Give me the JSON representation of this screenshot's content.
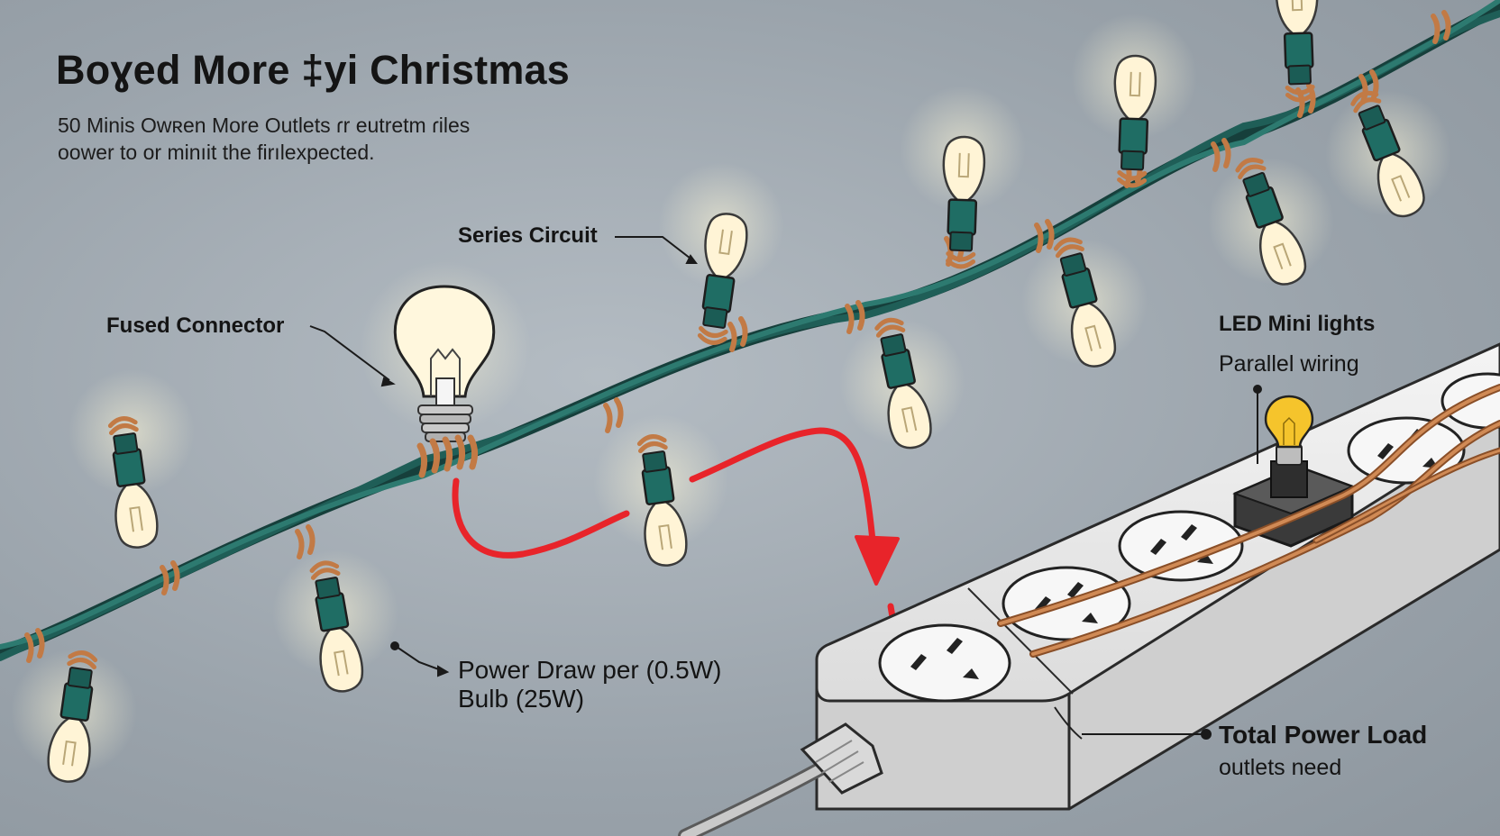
{
  "header": {
    "title": "Boɣed More ‡yi Christmas",
    "subtitle_line1": "50 Minis Owʀen More Outlets ɾr eutretm ɾiles",
    "subtitle_line2": "oower to or minıit the firılexpected."
  },
  "labels": {
    "series_circuit": "Series Circuit",
    "fused_connector": "Fused Connector",
    "led_mini_lights": "LED Mini lights",
    "parallel_wiring": "Parallel wiring",
    "power_draw_line1": "Power Draw per (0.5W)",
    "power_draw_line2": "Bulb (25W)",
    "total_power_load": "Total Power Load",
    "outlets_need": "outlets need"
  },
  "colors": {
    "wire": "#1f5e57",
    "socket": "#1f6d64",
    "copper": "#c27a45",
    "bulb_glow": "#fff6d8",
    "arrow_red": "#e8242a",
    "strip": "#ececec",
    "led_bulb": "#f5c42c"
  },
  "icons": [
    "incandescent-bulb-icon",
    "led-bulb-icon",
    "mini-light-bulb-icon",
    "power-strip-icon",
    "plug-icon"
  ]
}
